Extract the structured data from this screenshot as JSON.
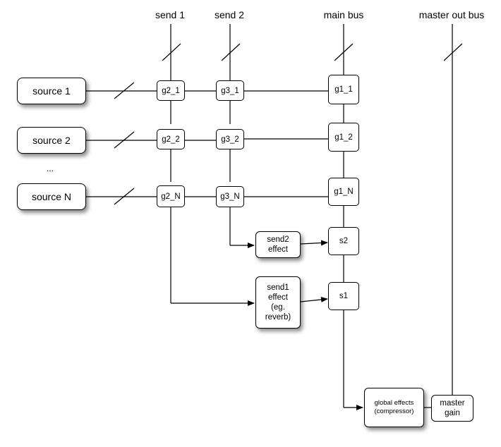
{
  "headers": {
    "send1": "send 1",
    "send2": "send 2",
    "main": "main bus",
    "master": "master out bus"
  },
  "sources": {
    "s1": "source 1",
    "s2": "source 2",
    "ellipsis": "...",
    "sN": "source N"
  },
  "nodes": {
    "g2_1": "g2_1",
    "g2_2": "g2_2",
    "g2_N": "g2_N",
    "g3_1": "g3_1",
    "g3_2": "g3_2",
    "g3_N": "g3_N",
    "g1_1": "g1_1",
    "g1_2": "g1_2",
    "g1_N": "g1_N",
    "s2": "s2",
    "s1": "s1"
  },
  "effects": {
    "send2_l1": "send2",
    "send2_l2": "effect",
    "send1_l1": "send1",
    "send1_l2": "effect",
    "send1_l3": "(eg.",
    "send1_l4": "reverb)",
    "global_l1": "global effects",
    "global_l2": "(compressor)",
    "master_l1": "master",
    "master_l2": "gain"
  }
}
